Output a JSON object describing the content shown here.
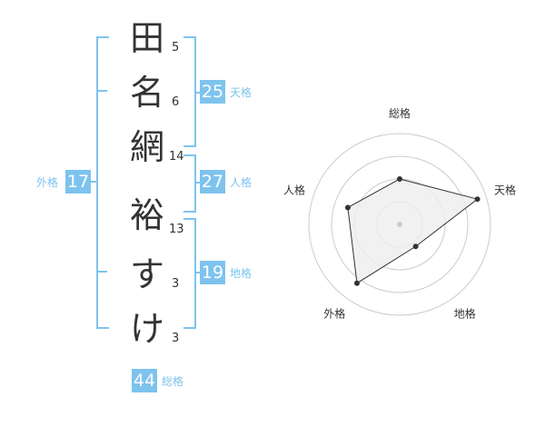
{
  "name": {
    "chars": [
      {
        "char": "田",
        "strokes": "5"
      },
      {
        "char": "名",
        "strokes": "6"
      },
      {
        "char": "網",
        "strokes": "14"
      },
      {
        "char": "裕",
        "strokes": "13"
      },
      {
        "char": "す",
        "strokes": "3"
      },
      {
        "char": "け",
        "strokes": "3"
      }
    ]
  },
  "fortune": {
    "tenkaku": {
      "value": "25",
      "label": "天格"
    },
    "jinkaku": {
      "value": "27",
      "label": "人格"
    },
    "chikaku": {
      "value": "19",
      "label": "地格"
    },
    "gaikaku": {
      "value": "17",
      "label": "外格"
    },
    "soukaku": {
      "value": "44",
      "label": "総格"
    }
  },
  "chart_data": {
    "type": "radar",
    "axes": [
      "総格",
      "天格",
      "地格",
      "外格",
      "人格"
    ],
    "values": [
      2.5,
      4.5,
      1.5,
      4,
      3
    ],
    "max": 5,
    "rings": 4,
    "colors": {
      "fill": "#eeeeee",
      "line": "#333333",
      "point": "#333333",
      "grid": "#cccccc",
      "center": "#cccccc"
    }
  },
  "theme": {
    "accent": "#7ec3ee"
  }
}
